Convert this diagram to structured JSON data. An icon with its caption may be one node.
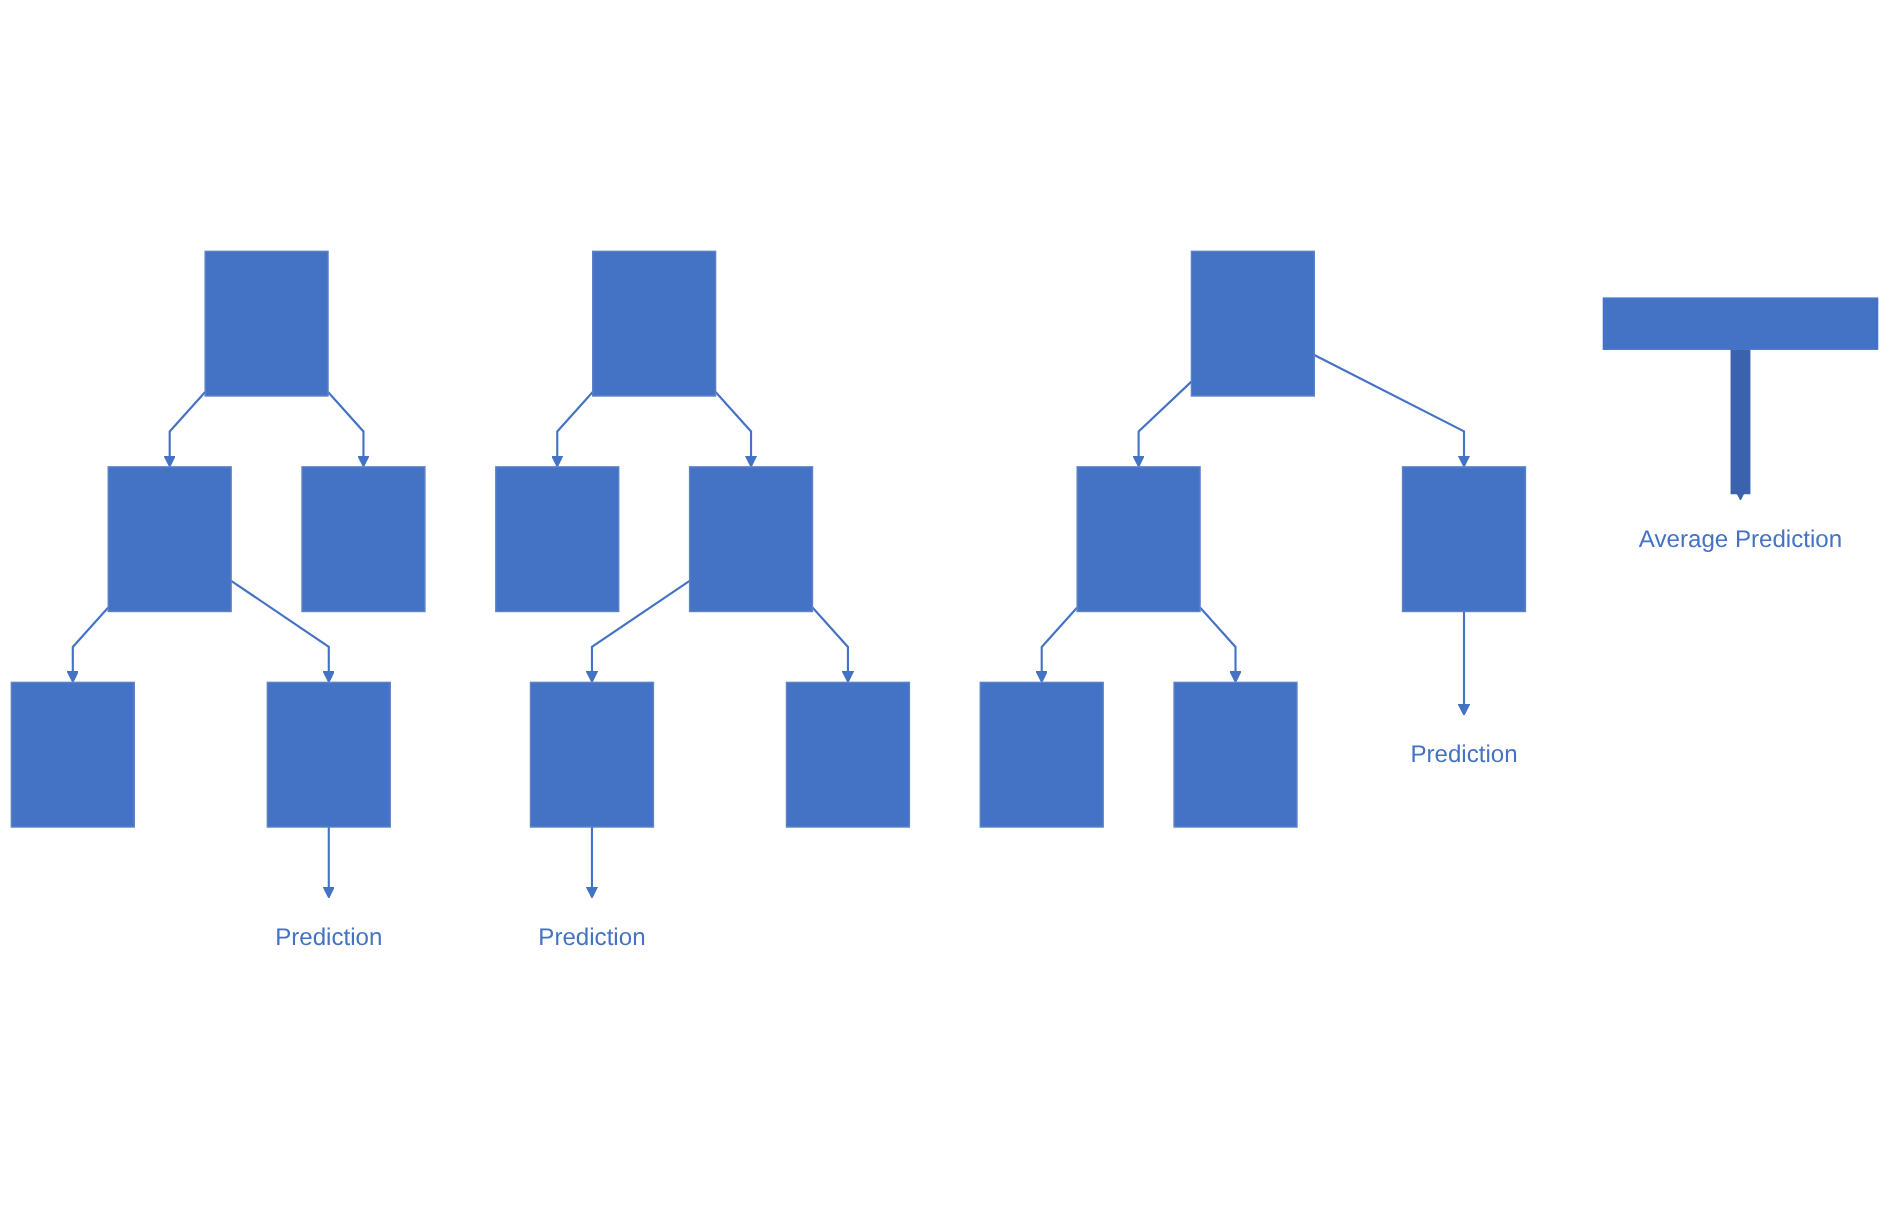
{
  "diagram": {
    "nodes": [
      {
        "text": [],
        "shape": "box"
      },
      {
        "text": [],
        "shape": "box"
      },
      {
        "text": [],
        "shape": "box"
      },
      {
        "text": [],
        "shape": "box"
      },
      {
        "text": [],
        "shape": "box"
      },
      {
        "text": [],
        "shape": "box"
      },
      {
        "text": [],
        "shape": "box"
      },
      {
        "text": [],
        "shape": "box"
      },
      {
        "text": [],
        "shape": "box"
      },
      {
        "text": [],
        "shape": "box"
      },
      {
        "text": [],
        "shape": "box"
      },
      {
        "text": [],
        "shape": "box"
      },
      {
        "text": [],
        "shape": "box"
      },
      {
        "text": [],
        "shape": "box"
      },
      {
        "text": [],
        "shape": "box"
      },
      {
        "text": [
          "Prediction"
        ]
      },
      {
        "text": [
          "Prediction"
        ]
      },
      {
        "text": [
          "Prediction"
        ]
      },
      {
        "text": [],
        "shape": "bar"
      },
      {
        "text": [
          "Average Prediction"
        ]
      }
    ],
    "edges": [
      {
        "from": 0,
        "to": 1,
        "arrow": "to"
      },
      {
        "from": 0,
        "to": 2,
        "arrow": "to"
      },
      {
        "from": 1,
        "to": 3,
        "arrow": "to"
      },
      {
        "from": 1,
        "to": 4,
        "arrow": "to"
      },
      {
        "from": 4,
        "to": 15,
        "arrow": "to"
      },
      {
        "from": 5,
        "to": 6,
        "arrow": "to"
      },
      {
        "from": 5,
        "to": 7,
        "arrow": "to"
      },
      {
        "from": 7,
        "to": 8,
        "arrow": "to"
      },
      {
        "from": 7,
        "to": 9,
        "arrow": "to"
      },
      {
        "from": 8,
        "to": 16,
        "arrow": "to"
      },
      {
        "from": 10,
        "to": 11,
        "arrow": "to"
      },
      {
        "from": 10,
        "to": 12,
        "arrow": "to"
      },
      {
        "from": 12,
        "to": 13,
        "arrow": "to"
      },
      {
        "from": 12,
        "to": 14,
        "arrow": "to"
      },
      {
        "from": 11,
        "to": 17,
        "arrow": "to"
      },
      {
        "from": 18,
        "to": 19,
        "arrow": "to",
        "style": "thick",
        "color": "#3a62ad"
      }
    ]
  }
}
